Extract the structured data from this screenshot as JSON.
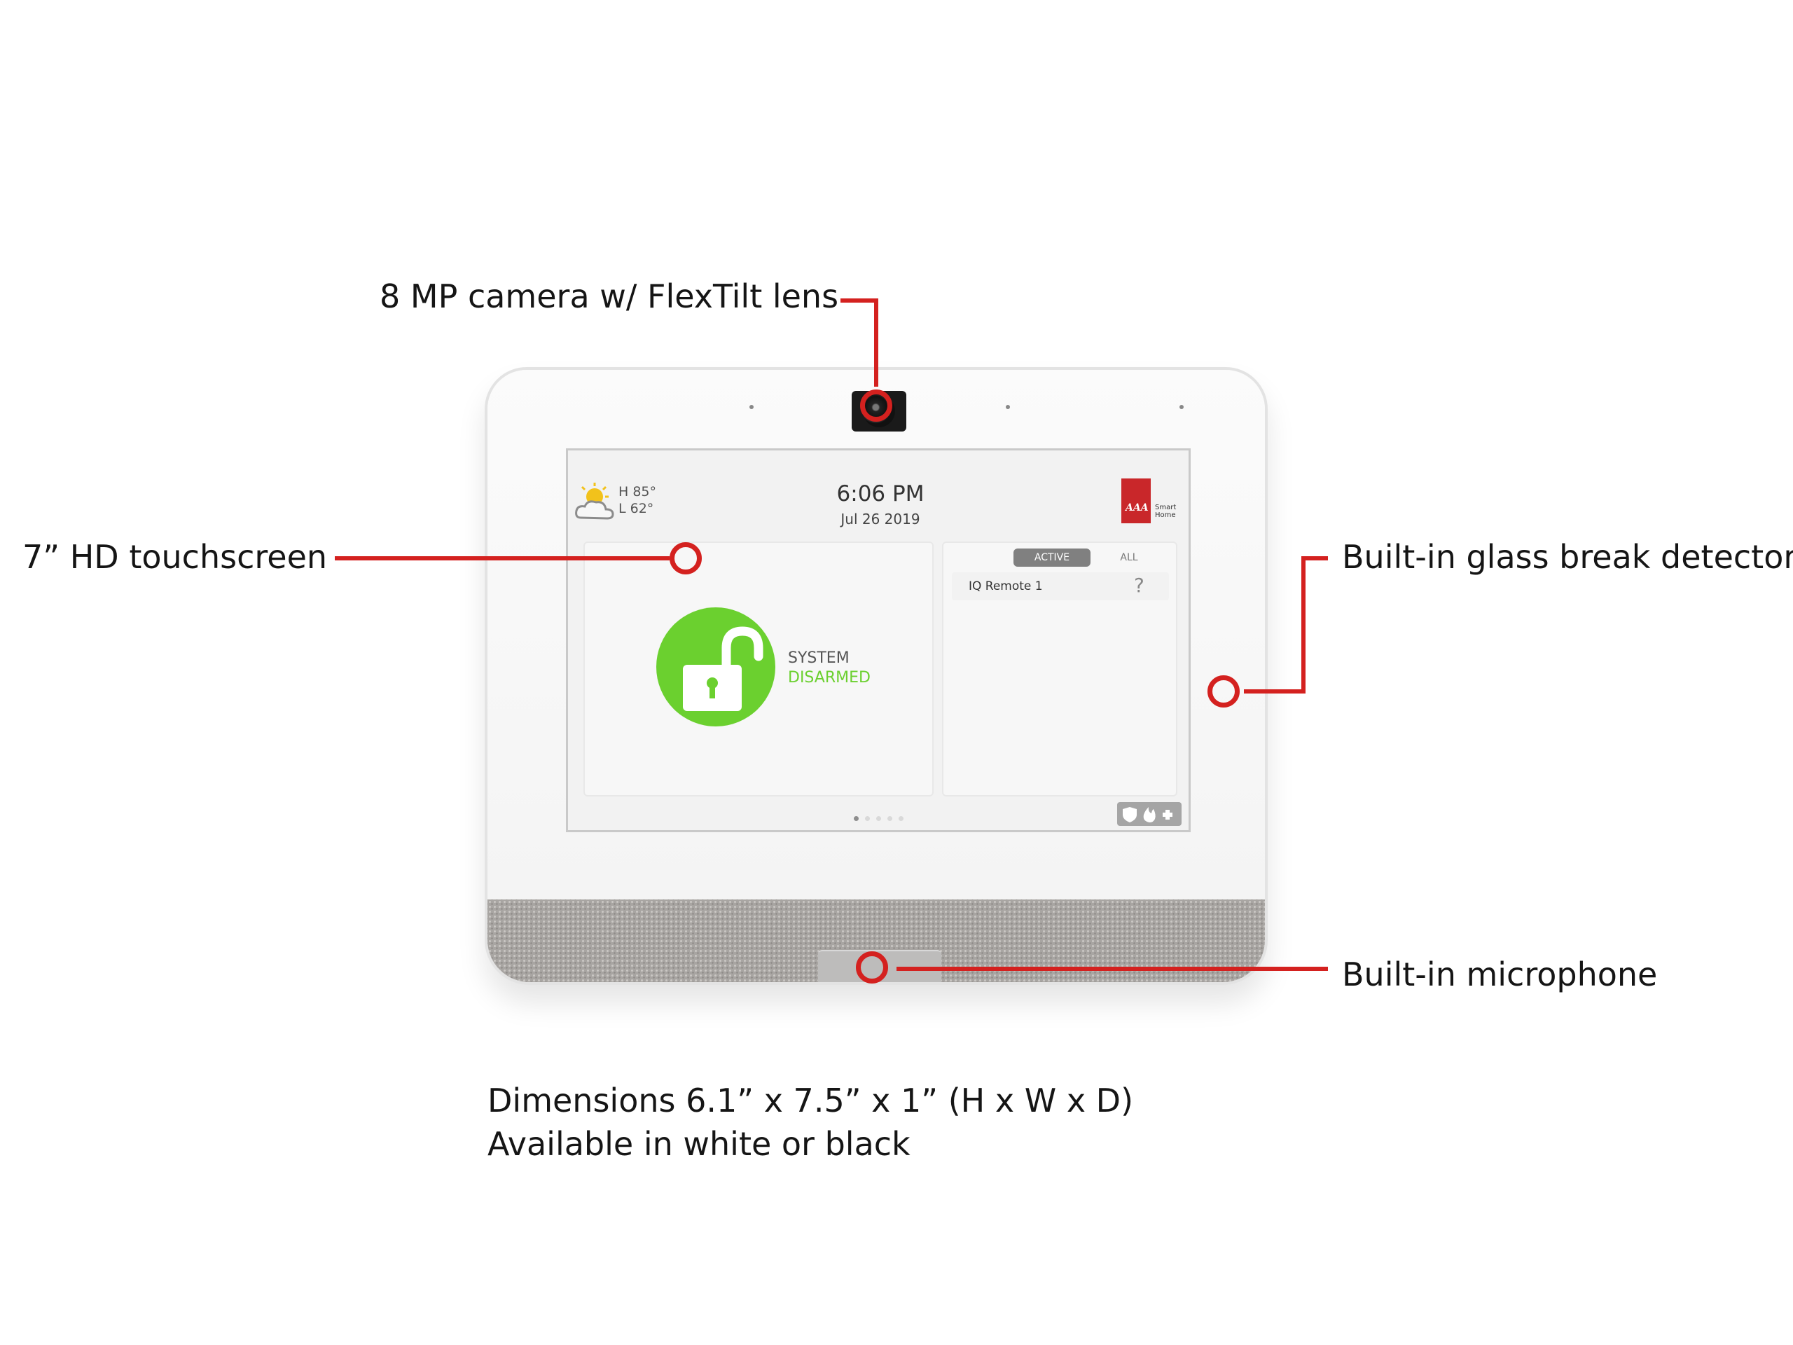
{
  "callouts": {
    "camera": "8 MP camera w/ FlexTilt lens",
    "touchscreen": "7” HD touchscreen",
    "glass_break": "Built-in glass break detector",
    "microphone": "Built-in microphone"
  },
  "dimensions": {
    "line1": "Dimensions 6.1” x 7.5” x 1” (H x W x D)",
    "line2": "Available in white or black"
  },
  "screen": {
    "weather": {
      "high": "H 85°",
      "low": "L 62°",
      "icon": "partly-cloudy-icon"
    },
    "time": "6:06 PM",
    "date": "Jul 26 2019",
    "logo": {
      "mark": "AAA",
      "line1": "Smart",
      "line2": "Home"
    },
    "security": {
      "label": "SYSTEM",
      "state": "DISARMED",
      "icon": "unlock-icon"
    },
    "tabs": {
      "active": "ACTIVE",
      "all": "ALL"
    },
    "sensors": [
      {
        "name": "IQ Remote 1",
        "status_icon": "?"
      }
    ],
    "quick_actions": "shield-flame-plus-icons"
  },
  "colors": {
    "callout_line": "#d4211f",
    "disarmed_green": "#6bd02f",
    "logo_red": "#c9272a"
  }
}
